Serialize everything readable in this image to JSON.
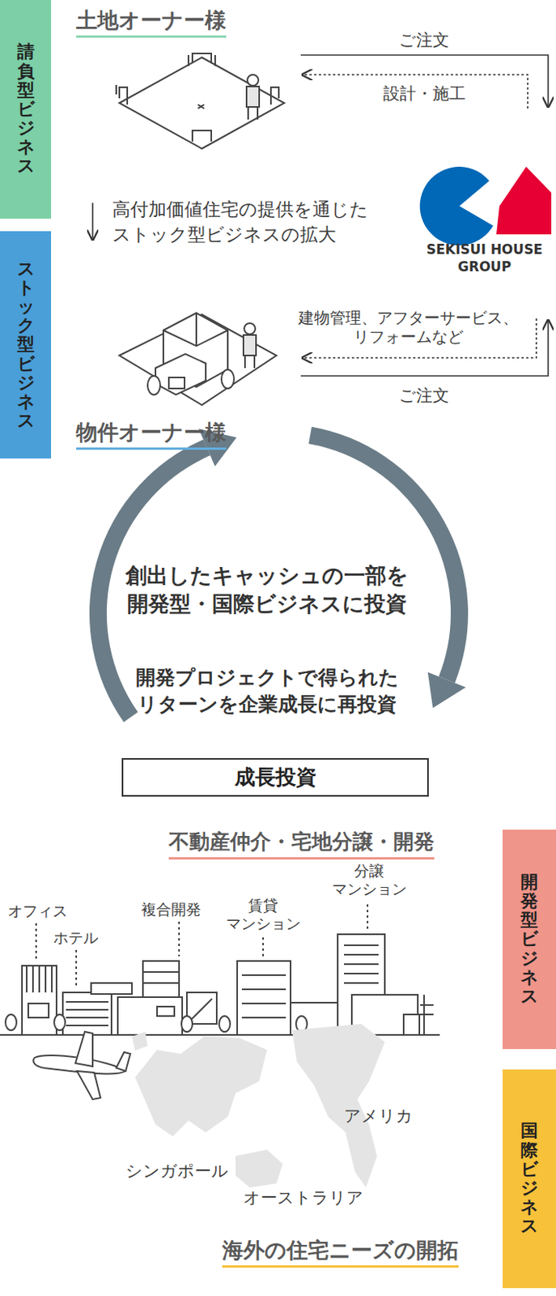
{
  "diagram": {
    "nodes": [
      {
        "text": [
          "請負型ビジネス"
        ]
      },
      {
        "text": [
          "ストック型ビジネス"
        ]
      },
      {
        "text": [
          "成長投資"
        ]
      },
      {
        "text": [
          "開発型ビジネス"
        ]
      },
      {
        "text": [
          "国際ビジネス"
        ]
      }
    ],
    "labels": [
      "土地オーナー様",
      "ご注文",
      "設計・施工",
      "高付加価値住宅の提供を通じた ストック型ビジネスの拡大",
      "SEKISUI HOUSE GROUP",
      "建物管理、アフターサービス、 リフォームなど",
      "ご注文",
      "物件オーナー様",
      "創出したキャッシュの一部を 開発型・国際ビジネスに投資",
      "開発プロジェクトで得られた リターンを企業成長に再投資",
      "不動産仲介・宅地分譲・開発",
      "オフィス",
      "ホテル",
      "複合開発",
      "賃貸 マンション",
      "分譲 マンション",
      "アメリカ",
      "シンガポール",
      "オーストラリア",
      "海外の住宅ニーズの開拓"
    ]
  }
}
